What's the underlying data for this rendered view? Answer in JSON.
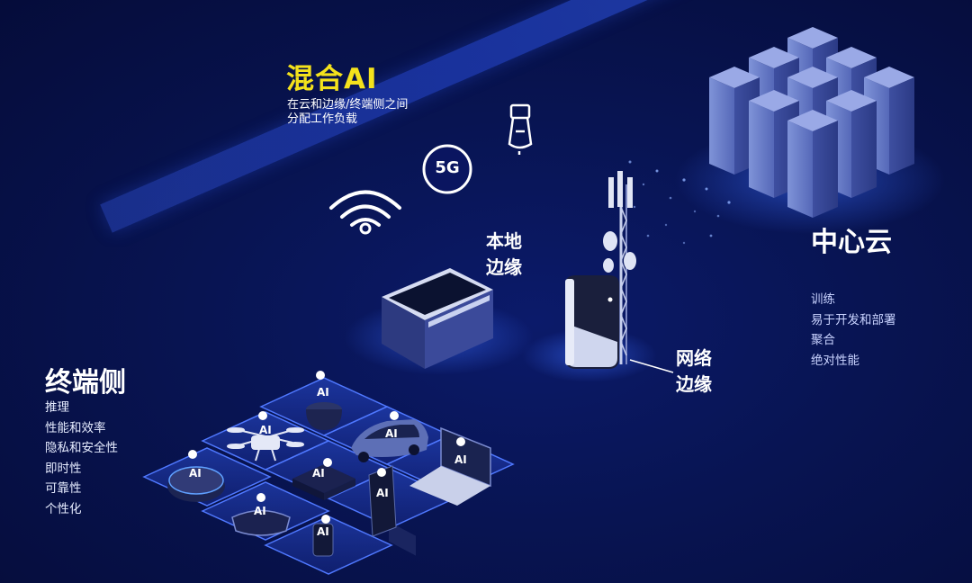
{
  "hybrid": {
    "title": "混合AI",
    "subtitle_line1": "在云和边缘/终端侧之间",
    "subtitle_line2": "分配工作负载"
  },
  "badges": {
    "fiveg": "5G"
  },
  "local_edge": {
    "line1": "本地",
    "line2": "边缘"
  },
  "network_edge": {
    "line1": "网络",
    "line2": "边缘"
  },
  "central_cloud": {
    "title": "中心云",
    "items": [
      "训练",
      "易于开发和部署",
      "聚合",
      "绝对性能"
    ]
  },
  "device_side": {
    "title": "终端侧",
    "items": [
      "推理",
      "性能和效率",
      "隐私和安全性",
      "即时性",
      "可靠性",
      "个性化"
    ]
  },
  "ai_tag": "AI",
  "colors": {
    "accent_yellow": "#f4e21c",
    "background": "#081452",
    "beam": "#1c37aa",
    "tile": "#2a4fd0"
  }
}
